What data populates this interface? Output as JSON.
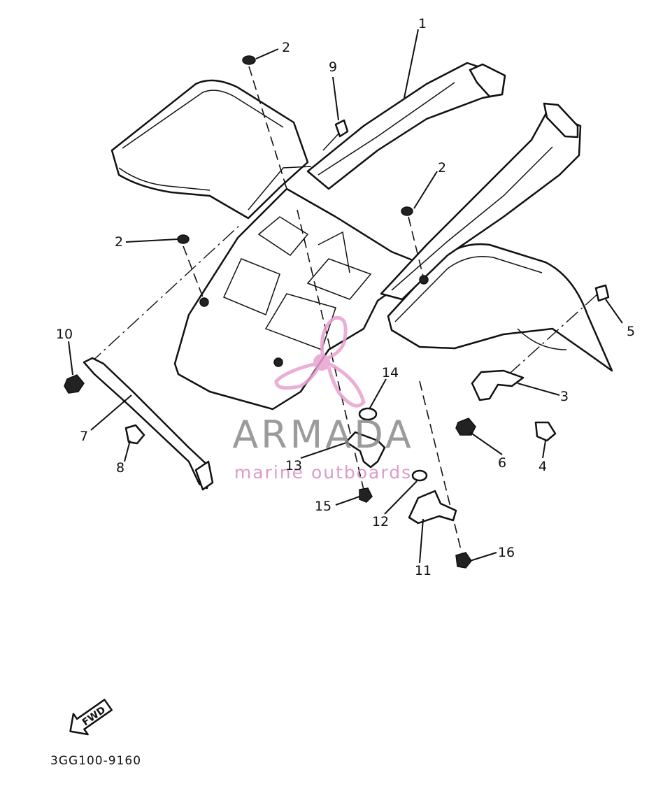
{
  "diagram": {
    "part_code": "3GG100-9160",
    "fwd_label": "FWD",
    "callouts": [
      {
        "id": "c1",
        "label": "1"
      },
      {
        "id": "c2a",
        "label": "2"
      },
      {
        "id": "c2b",
        "label": "2"
      },
      {
        "id": "c2c",
        "label": "2"
      },
      {
        "id": "c3",
        "label": "3"
      },
      {
        "id": "c4",
        "label": "4"
      },
      {
        "id": "c5",
        "label": "5"
      },
      {
        "id": "c6",
        "label": "6"
      },
      {
        "id": "c7",
        "label": "7"
      },
      {
        "id": "c8",
        "label": "8"
      },
      {
        "id": "c9",
        "label": "9"
      },
      {
        "id": "c10",
        "label": "10"
      },
      {
        "id": "c11",
        "label": "11"
      },
      {
        "id": "c12",
        "label": "12"
      },
      {
        "id": "c13",
        "label": "13"
      },
      {
        "id": "c14",
        "label": "14"
      },
      {
        "id": "c15",
        "label": "15"
      },
      {
        "id": "c16",
        "label": "16"
      }
    ]
  },
  "watermark": {
    "brand": "ARMADA",
    "tagline": "marine outboards",
    "logo_color": "#e8a0d0",
    "text_color": "#8a8a8a"
  }
}
